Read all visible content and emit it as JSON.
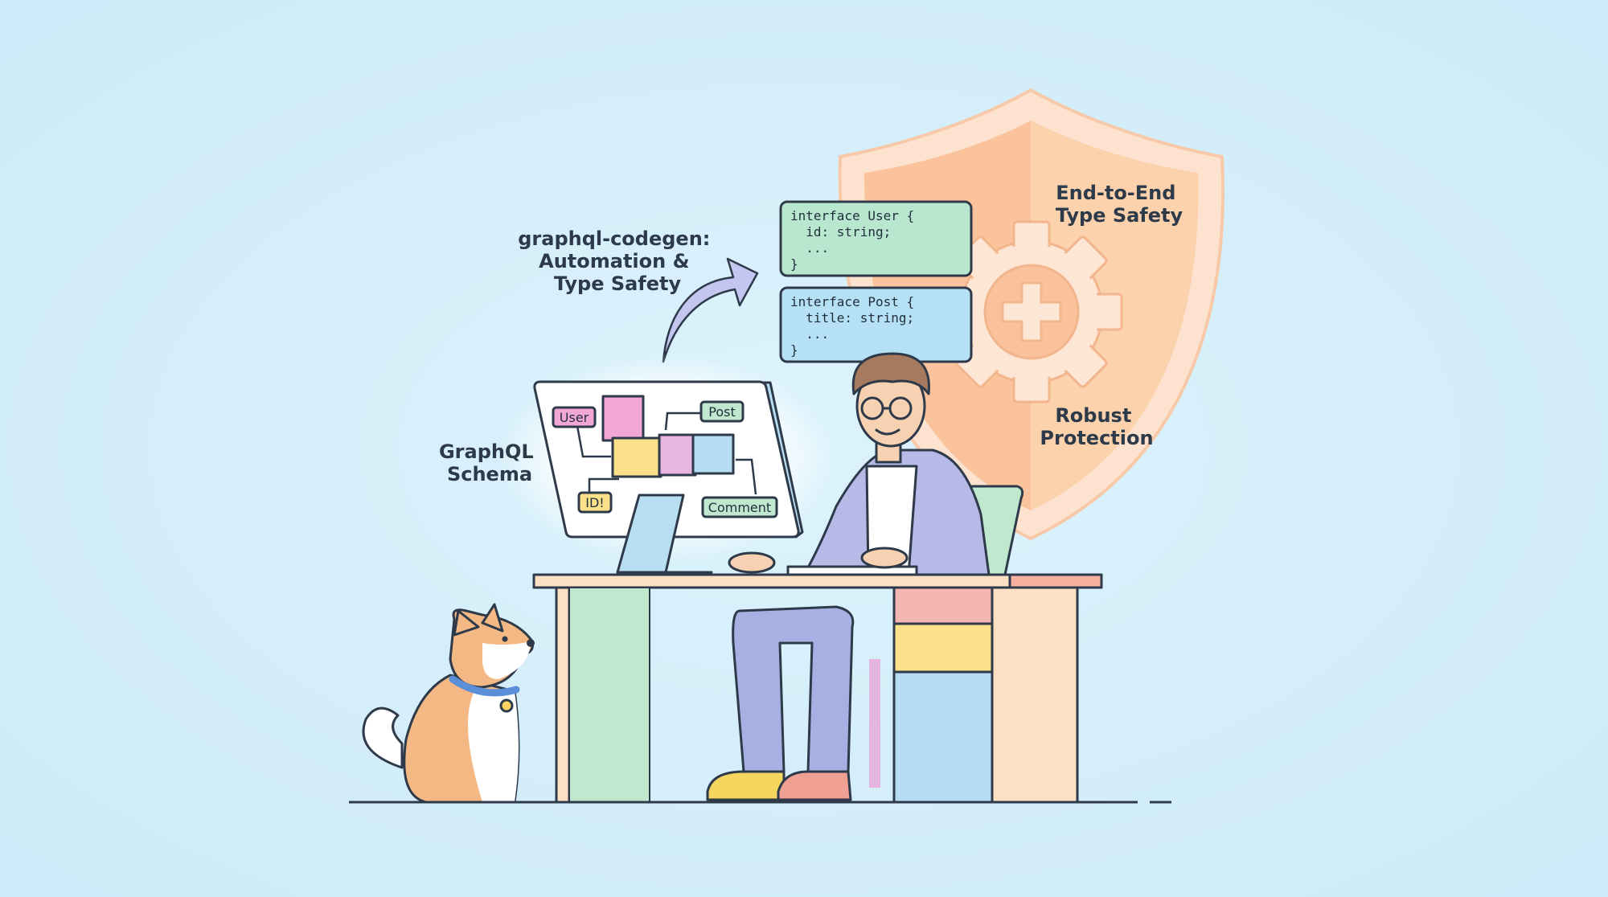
{
  "labels": {
    "codegen": [
      "graphql-codegen:",
      "Automation &",
      "Type Safety"
    ],
    "schema": [
      "GraphQL",
      "Schema"
    ],
    "type_safety": [
      "End-to-End",
      "Type Safety"
    ],
    "protection": [
      "Robust",
      "Protection"
    ]
  },
  "code_blocks": [
    {
      "lines": [
        "interface User {",
        "  id: string;",
        "  ...",
        "}"
      ],
      "color": "#b8e6cf"
    },
    {
      "lines": [
        "interface Post {",
        "  title: string;",
        "  ...",
        "}"
      ],
      "color": "#b5e0f5"
    }
  ],
  "schema_nodes": [
    {
      "label": "User",
      "color": "#f2a6d3"
    },
    {
      "label": "Post",
      "color": "#bfe8cf"
    },
    {
      "label": "ID!",
      "color": "#fbe08a"
    },
    {
      "label": "Comment",
      "color": "#bfe8cf"
    }
  ],
  "colors": {
    "background": "#d3effa",
    "shield": "#fbc9a4",
    "ink": "#2e3a4a"
  }
}
